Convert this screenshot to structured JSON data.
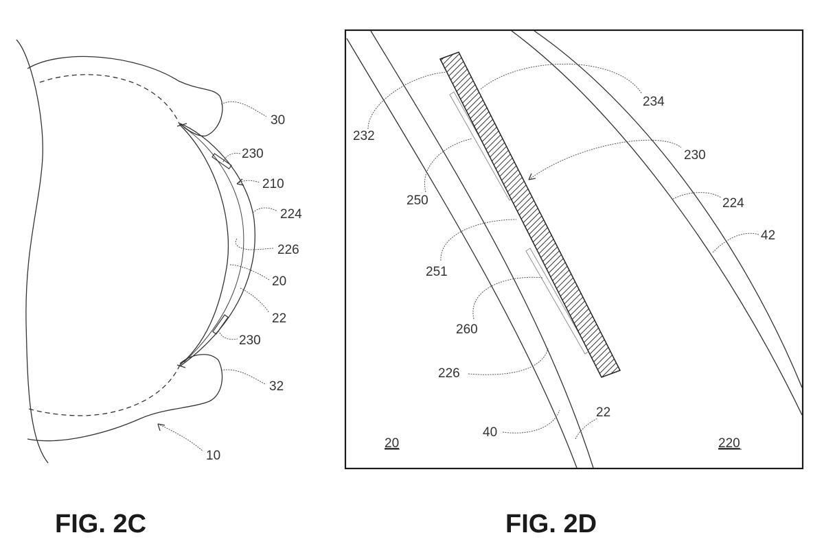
{
  "fig_2c": {
    "caption": "FIG. 2C",
    "labels": {
      "l30": "30",
      "l230a": "230",
      "l210": "210",
      "l224": "224",
      "l226": "226",
      "l20": "20",
      "l22": "22",
      "l230b": "230",
      "l32": "32",
      "l10": "10"
    }
  },
  "fig_2d": {
    "caption": "FIG. 2D",
    "labels": {
      "l232": "232",
      "l234": "234",
      "l230": "230",
      "l250": "250",
      "l224": "224",
      "l42": "42",
      "l251": "251",
      "l260": "260",
      "l226": "226",
      "l22": "22",
      "l40": "40",
      "l20": "20",
      "l220": "220"
    }
  }
}
